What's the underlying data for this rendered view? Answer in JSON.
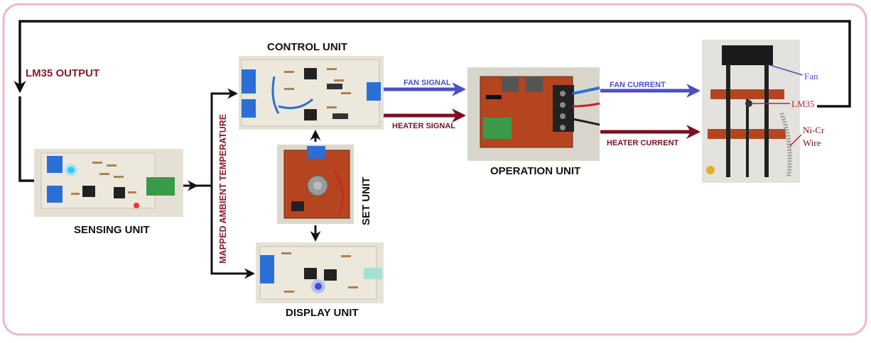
{
  "units": {
    "sensing": "SENSING UNIT",
    "control": "CONTROL UNIT",
    "set": "SET UNIT",
    "display": "DISPLAY UNIT",
    "operation": "OPERATION UNIT"
  },
  "signals": {
    "lm35_output": "LM35 OUTPUT",
    "mapped_ambient": "MAPPED AMBIENT TEMPERATURE",
    "fan_signal": "FAN SIGNAL",
    "heater_signal": "HEATER SIGNAL",
    "fan_current": "FAN CURRENT",
    "heater_current": "HEATER  CURRENT"
  },
  "callouts": {
    "fan": "Fan",
    "lm35": "LM35",
    "nicr_line1": "Ni-Cr",
    "nicr_line2": "Wire"
  },
  "colors": {
    "frame": "#f4b6c8",
    "fan_arrow": "#4a4fc4",
    "heater_arrow": "#7a1020",
    "lm35_text": "#8b1a2a",
    "black": "#111111",
    "pcb_red": "#b5451f",
    "pcb_cream": "#ece8dc",
    "terminal_blue": "#2b6fd6",
    "terminal_green": "#3a9a4a"
  }
}
